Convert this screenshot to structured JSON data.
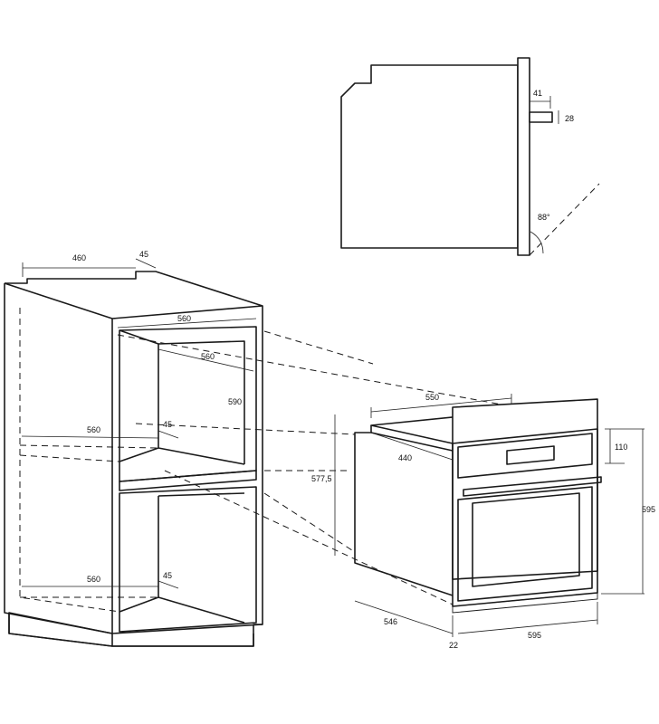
{
  "dimensions": {
    "side_depth": "460",
    "side_back_gap": "45",
    "top_width": "560",
    "inner_depth": "560",
    "niche_height": "590",
    "shelf_depth_upper": "560",
    "shelf_gap_upper": "45",
    "shelf_depth_lower": "560",
    "shelf_gap_lower": "45",
    "oven_width_top": "550",
    "oven_body_depth": "440",
    "oven_height_inside": "577,5",
    "panel_height": "110",
    "oven_total_height": "595",
    "oven_depth": "546",
    "front_thickness": "22",
    "front_width": "595",
    "handle_offset": "41",
    "handle_height": "28",
    "door_angle": "88°"
  }
}
